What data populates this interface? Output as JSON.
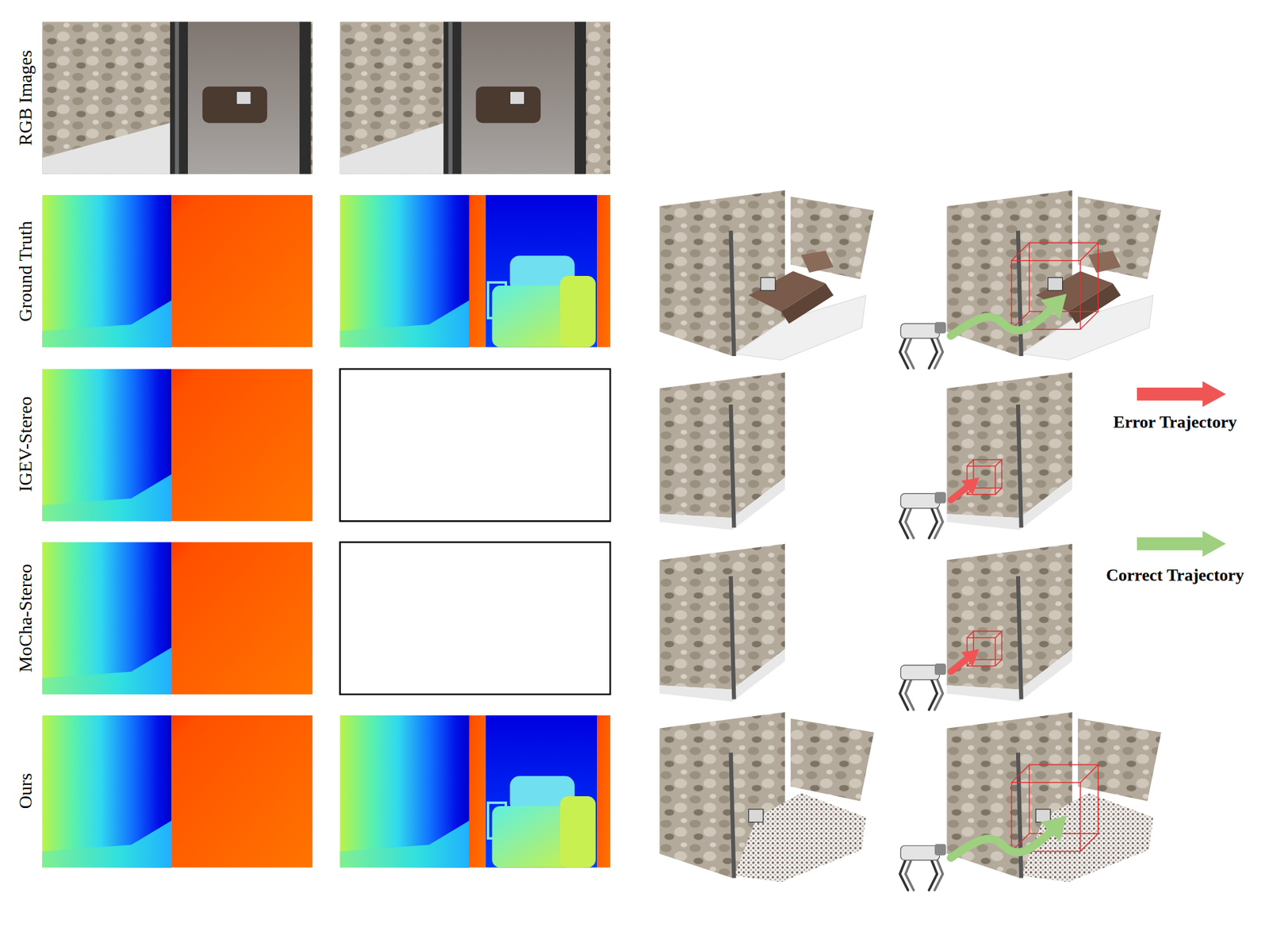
{
  "diagram": {
    "labels": [
      "RGB Images",
      "Ground Truth",
      "IGEV-Stereo",
      "MoCha-Stereo",
      "Ours"
    ],
    "legend": [
      {
        "text": "Error Trajectory"
      },
      {
        "text": "Correct Trajectory"
      }
    ]
  }
}
